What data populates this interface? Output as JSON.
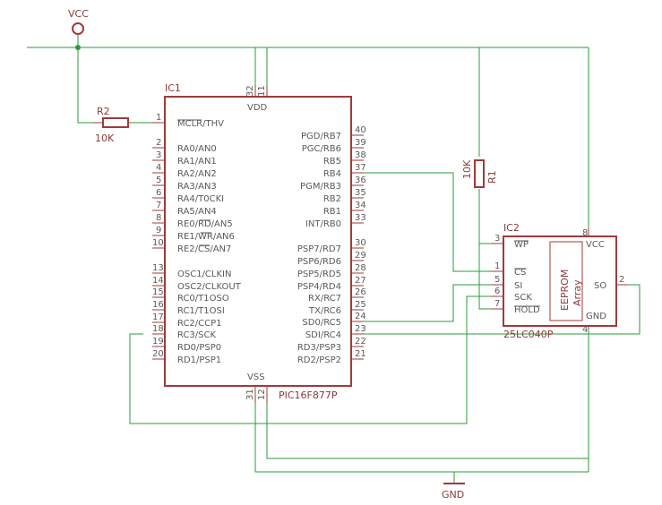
{
  "vcc_symbol": {
    "label": "VCC"
  },
  "gnd_symbol": {
    "label": "GND"
  },
  "r2": {
    "name": "R2",
    "value": "10K"
  },
  "r1": {
    "name": "R1",
    "value": "10K"
  },
  "ic1": {
    "name": "IC1",
    "part": "PIC16F877P",
    "top_label": "VDD",
    "bottom_label": "VSS",
    "left_pins": [
      {
        "num": "1",
        "label": "MCLR/THV"
      },
      {
        "num": "2",
        "label": "RA0/AN0"
      },
      {
        "num": "3",
        "label": "RA1/AN1"
      },
      {
        "num": "4",
        "label": "RA2/AN2"
      },
      {
        "num": "5",
        "label": "RA3/AN3"
      },
      {
        "num": "6",
        "label": "RA4/T0CKI"
      },
      {
        "num": "7",
        "label": "RA5/AN4"
      },
      {
        "num": "8",
        "label": "RE0/RD/AN5"
      },
      {
        "num": "9",
        "label": "RE1/WR/AN6"
      },
      {
        "num": "10",
        "label": "RE2/CS/AN7"
      },
      {
        "num": "13",
        "label": "OSC1/CLKIN"
      },
      {
        "num": "14",
        "label": "OSC2/CLKOUT"
      },
      {
        "num": "15",
        "label": "RC0/T1OSO"
      },
      {
        "num": "16",
        "label": "RC1/T1OSI"
      },
      {
        "num": "17",
        "label": "RC2/CCP1"
      },
      {
        "num": "18",
        "label": "RC3/SCK"
      },
      {
        "num": "19",
        "label": "RD0/PSP0"
      },
      {
        "num": "20",
        "label": "RD1/PSP1"
      }
    ],
    "right_pins": [
      {
        "num": "40",
        "label": "PGD/RB7"
      },
      {
        "num": "39",
        "label": "PGC/RB6"
      },
      {
        "num": "38",
        "label": "RB5"
      },
      {
        "num": "37",
        "label": "RB4"
      },
      {
        "num": "36",
        "label": "PGM/RB3"
      },
      {
        "num": "35",
        "label": "RB2"
      },
      {
        "num": "34",
        "label": "RB1"
      },
      {
        "num": "33",
        "label": "INT/RB0"
      },
      {
        "num": "30",
        "label": "PSP7/RD7"
      },
      {
        "num": "29",
        "label": "PSP6/RD6"
      },
      {
        "num": "28",
        "label": "PSP5/RD5"
      },
      {
        "num": "27",
        "label": "PSP4/RD4"
      },
      {
        "num": "26",
        "label": "RX/RC7"
      },
      {
        "num": "25",
        "label": "TX/RC6"
      },
      {
        "num": "24",
        "label": "SD0/RC5"
      },
      {
        "num": "23",
        "label": "SDI/RC4"
      },
      {
        "num": "22",
        "label": "RD3/PSP3"
      },
      {
        "num": "21",
        "label": "RD2/PSP2"
      }
    ],
    "top_pins": [
      "32",
      "11"
    ],
    "bottom_pins": [
      "31",
      "12"
    ]
  },
  "ic2": {
    "name": "IC2",
    "part": "25LC040P",
    "vcc_label": "VCC",
    "gnd_label": "GND",
    "array_label_1": "EEPROM",
    "array_label_2": "Array",
    "left_pins": [
      {
        "num": "3",
        "label": "WP"
      },
      {
        "num": "1",
        "label": "CS"
      },
      {
        "num": "5",
        "label": "SI"
      },
      {
        "num": "6",
        "label": "SCK"
      },
      {
        "num": "7",
        "label": "HOLD"
      }
    ],
    "right_pin": {
      "num": "2",
      "label": "SO"
    },
    "top_pin": "8",
    "bottom_pin": "4"
  }
}
